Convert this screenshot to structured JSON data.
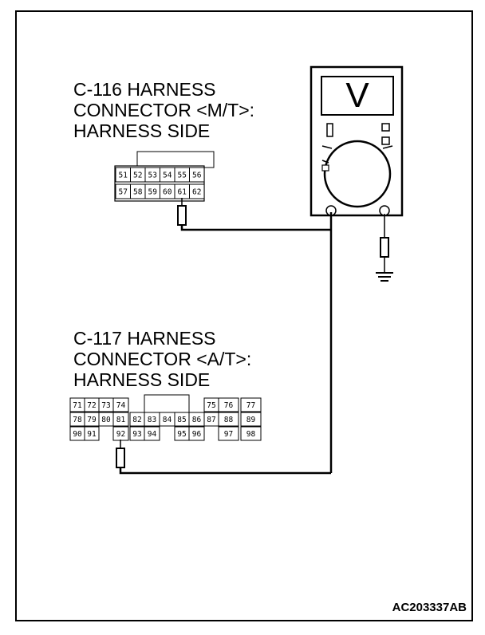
{
  "connector_c116": {
    "title_lines": [
      "C-116 HARNESS",
      "CONNECTOR <M/T>:",
      "HARNESS SIDE"
    ],
    "row1": [
      "51",
      "52",
      "53",
      "54",
      "55",
      "56"
    ],
    "row2": [
      "57",
      "58",
      "59",
      "60",
      "61",
      "62"
    ]
  },
  "connector_c117": {
    "title_lines": [
      "C-117 HARNESS",
      "CONNECTOR <A/T>:",
      "HARNESS SIDE"
    ],
    "row1": [
      "71",
      "72",
      "73",
      "74",
      "75",
      "76",
      "77"
    ],
    "row2": [
      "78",
      "79",
      "80",
      "81",
      "82",
      "83",
      "84",
      "85",
      "86",
      "87",
      "88",
      "89"
    ],
    "row3": [
      "90",
      "91",
      "92",
      "93",
      "94",
      "95",
      "96",
      "97",
      "98"
    ]
  },
  "meter": {
    "mode_symbol": "V"
  },
  "figure_code": "AC203337AB"
}
